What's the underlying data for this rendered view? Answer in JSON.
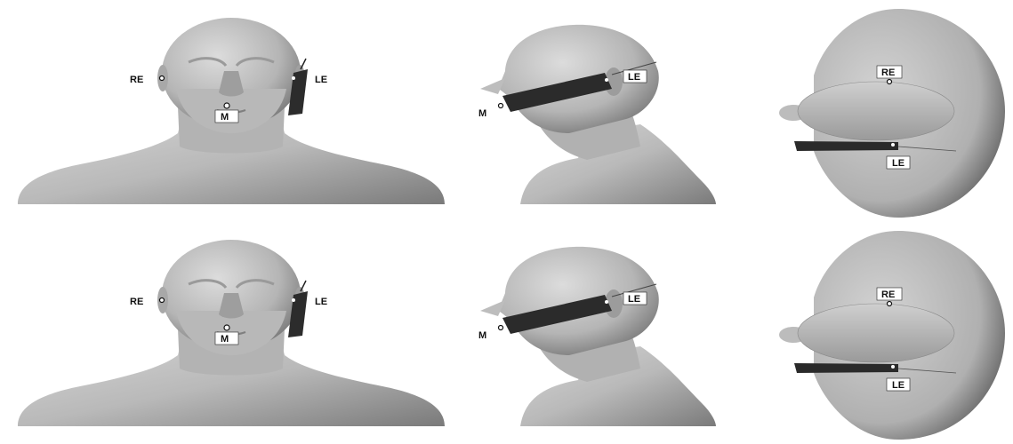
{
  "figure": {
    "rows": [
      {
        "front": {
          "re": "RE",
          "le": "LE",
          "m": "M"
        },
        "side": {
          "le": "LE",
          "m": "M"
        },
        "top": {
          "re": "RE",
          "le": "LE"
        }
      },
      {
        "front": {
          "re": "RE",
          "le": "LE",
          "m": "M"
        },
        "side": {
          "le": "LE",
          "m": "M"
        },
        "top": {
          "re": "RE",
          "le": "LE"
        }
      }
    ]
  }
}
